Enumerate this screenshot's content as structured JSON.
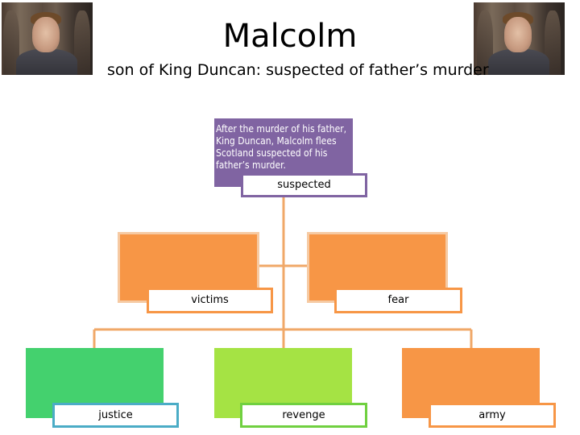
{
  "header": {
    "title": "Malcolm",
    "subtitle": "son of King Duncan: suspected of father’s murder"
  },
  "diagram": {
    "root": {
      "text": "After the murder of his father, King Duncan, Malcolm flees Scotland suspected of his father’s murder.",
      "label": "suspected"
    },
    "level2": [
      {
        "label": "victims"
      },
      {
        "label": "fear"
      }
    ],
    "level3": [
      {
        "label": "justice"
      },
      {
        "label": "revenge"
      },
      {
        "label": "army"
      }
    ]
  },
  "colors": {
    "root": "#8064a2",
    "orange": "#f79646",
    "green": "#44d16e",
    "lime": "#a5e344",
    "connector": "#f0a868"
  }
}
